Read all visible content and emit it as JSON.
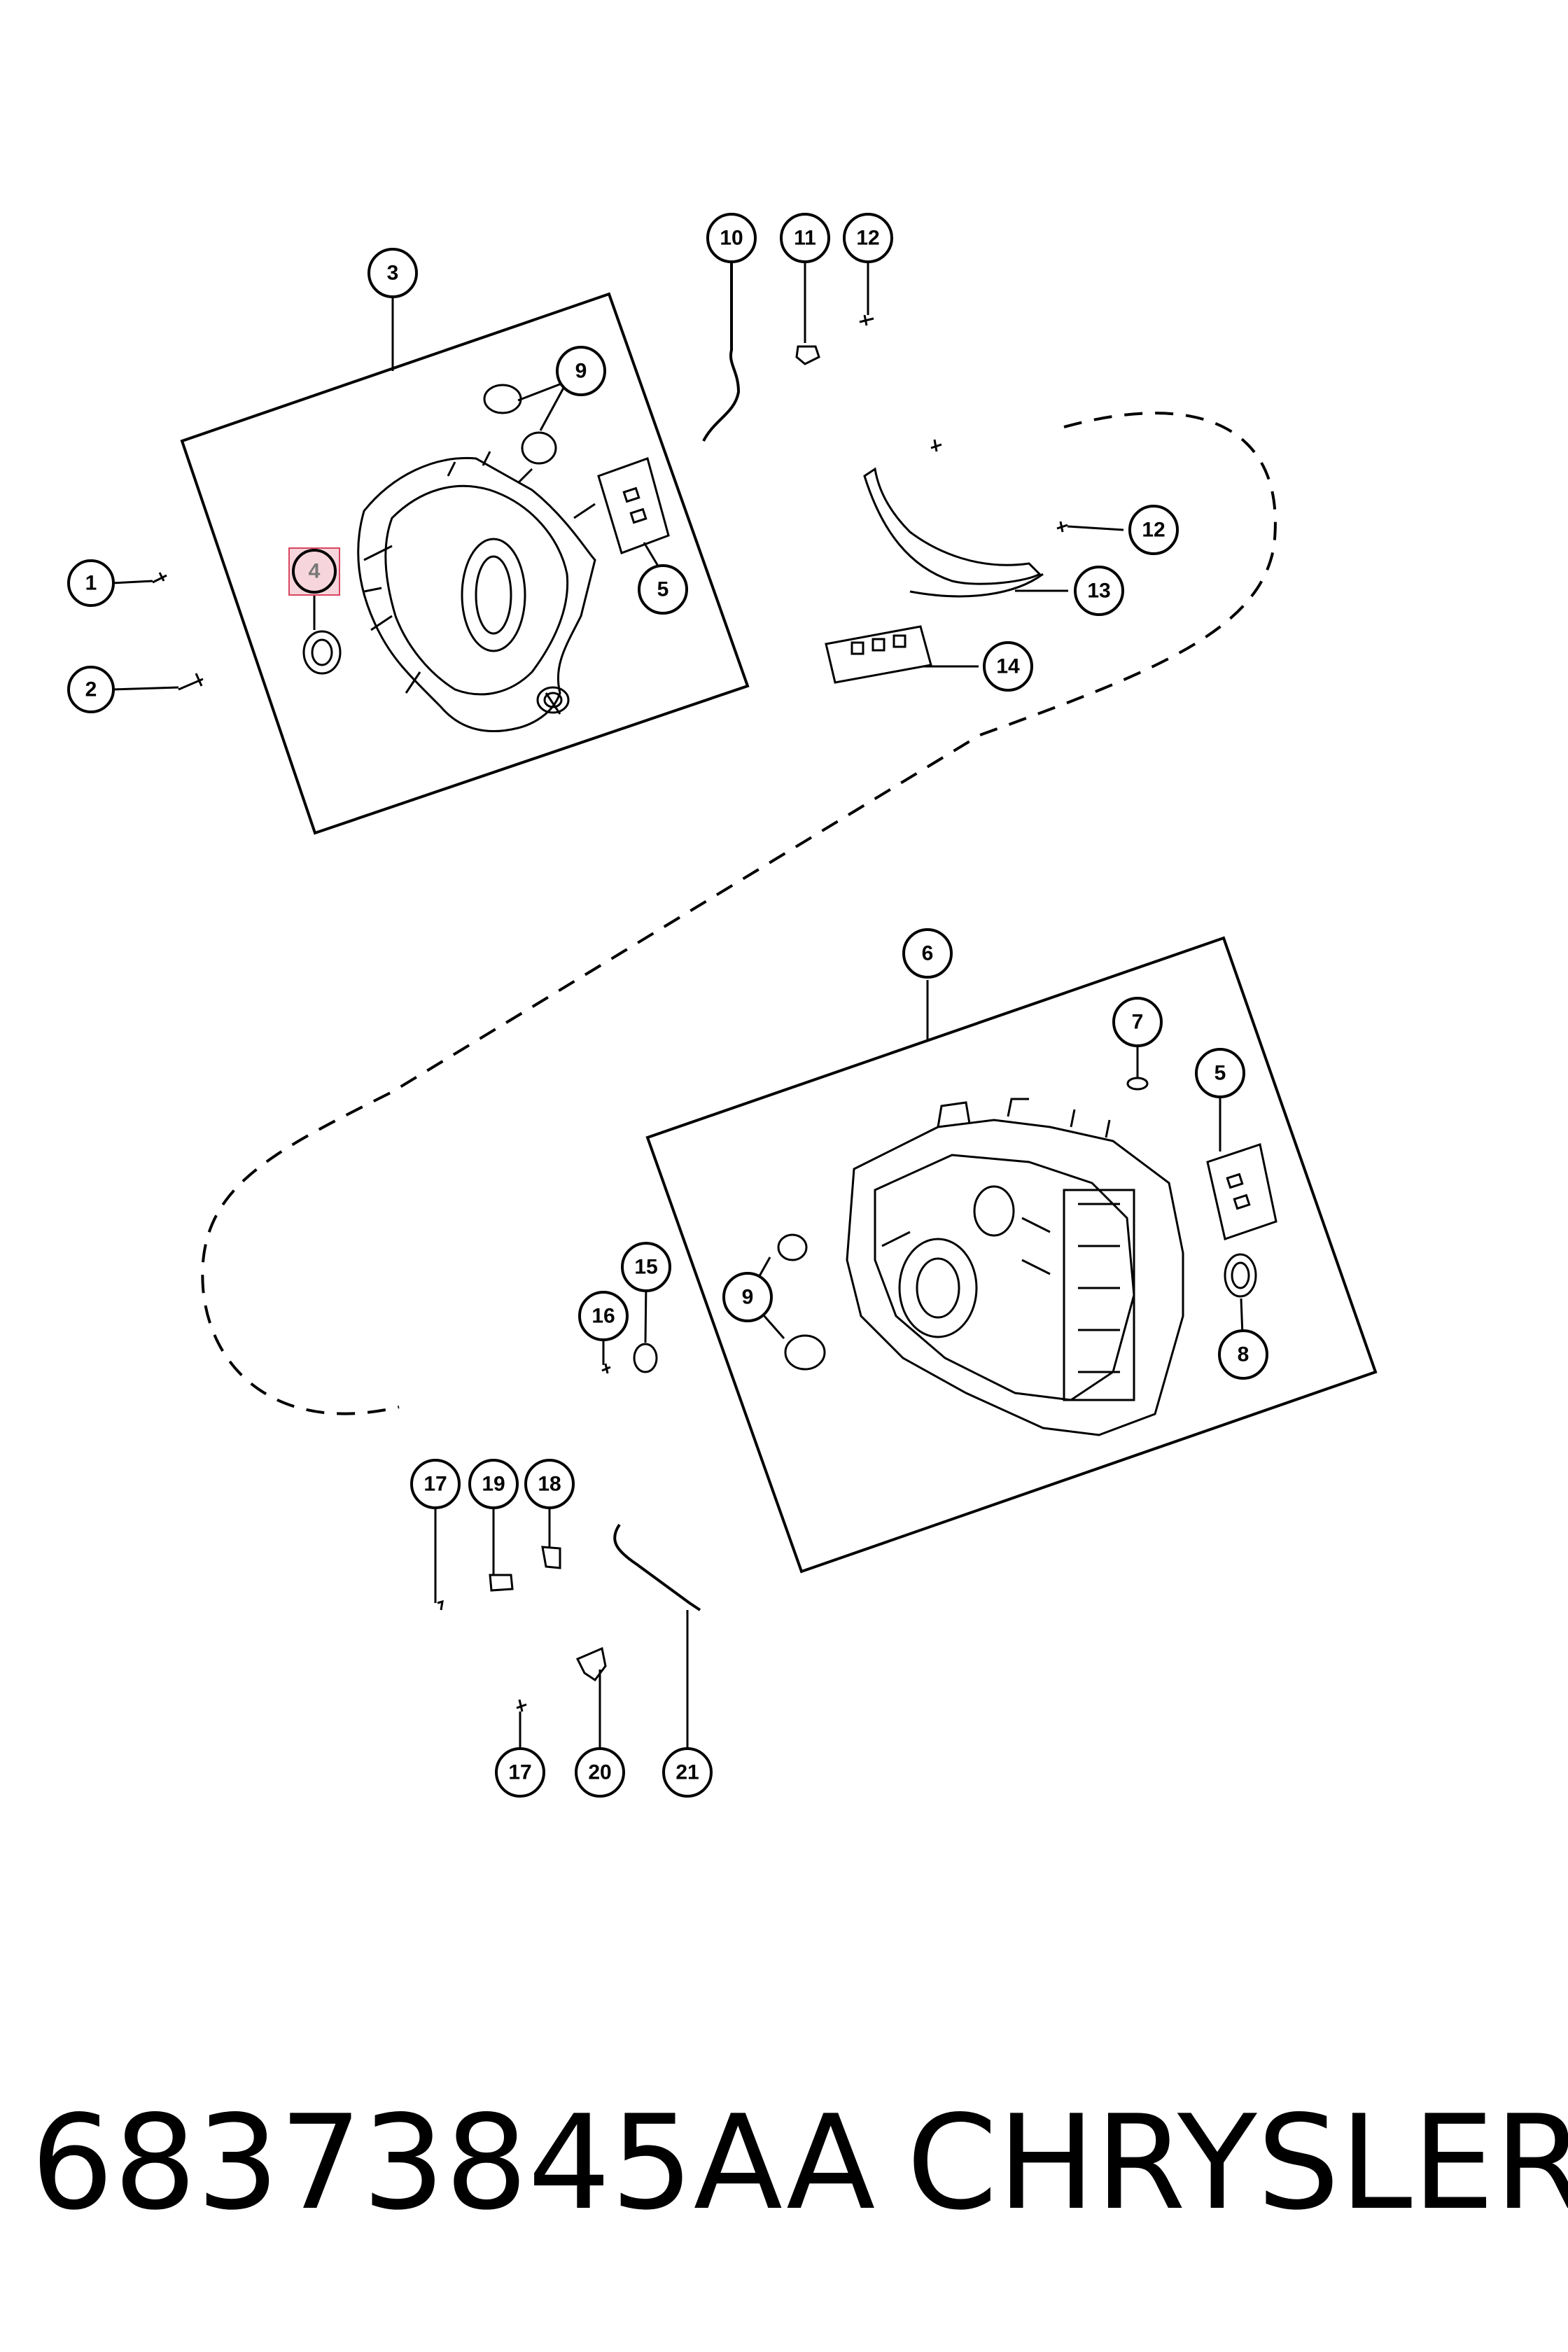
{
  "callouts": {
    "c1": "1",
    "c2": "2",
    "c3": "3",
    "c4": "4",
    "c5a": "5",
    "c9a": "9",
    "c10": "10",
    "c11": "11",
    "c12a": "12",
    "c12b": "12",
    "c13": "13",
    "c14": "14",
    "c6": "6",
    "c7": "7",
    "c5b": "5",
    "c9b": "9",
    "c8": "8",
    "c15": "15",
    "c16": "16",
    "c17a": "17",
    "c19": "19",
    "c18": "18",
    "c17b": "17",
    "c20": "20",
    "c21": "21"
  },
  "highlighted_callout": "4",
  "colors": {
    "highlight_fill": "#f6d6dc",
    "highlight_stroke": "#d9455f",
    "line": "#000000"
  },
  "footer": {
    "part_number": "68373845AA",
    "brand": "CHRYSLER"
  }
}
